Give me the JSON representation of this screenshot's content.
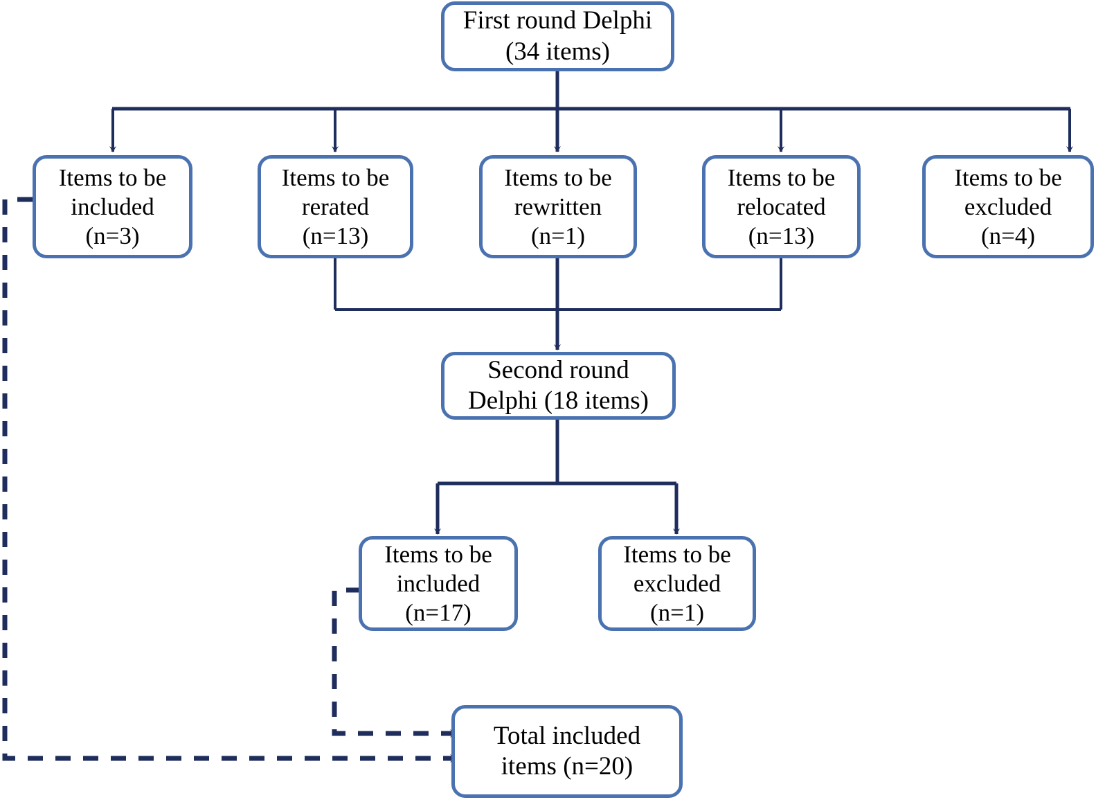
{
  "diagram": {
    "title": "Delphi study item flow diagram",
    "colors": {
      "box_border": "#4a72b0",
      "box_fill": "#ffffff",
      "connector": "#1f2d5c",
      "text": "#000000"
    },
    "nodes": {
      "round1": {
        "label": "First round Delphi\n(34 items)"
      },
      "r1_included": {
        "label": "Items to be\nincluded\n(n=3)"
      },
      "r1_rerated": {
        "label": "Items to be\nrerated\n(n=13)"
      },
      "r1_rewritten": {
        "label": "Items to be\nrewritten\n(n=1)"
      },
      "r1_relocated": {
        "label": "Items to be\nrelocated\n(n=13)"
      },
      "r1_excluded": {
        "label": "Items to be\nexcluded\n(n=4)"
      },
      "round2": {
        "label": "Second round\nDelphi (18 items)"
      },
      "r2_included": {
        "label": "Items to be\nincluded\n(n=17)"
      },
      "r2_excluded": {
        "label": "Items to be\nexcluded\n(n=1)"
      },
      "total": {
        "label": "Total  included\nitems (n=20)"
      }
    },
    "connectors": [
      {
        "name": "round1-to-split",
        "style": "solid",
        "from": "round1",
        "to": "row1-bus"
      },
      {
        "name": "bus-to-r1-included",
        "style": "solid",
        "from": "row1-bus",
        "to": "r1_included"
      },
      {
        "name": "bus-to-r1-rerated",
        "style": "solid",
        "from": "row1-bus",
        "to": "r1_rerated"
      },
      {
        "name": "bus-to-r1-rewritten",
        "style": "solid",
        "from": "row1-bus",
        "to": "r1_rewritten"
      },
      {
        "name": "bus-to-r1-relocated",
        "style": "solid",
        "from": "row1-bus",
        "to": "r1_relocated"
      },
      {
        "name": "bus-to-r1-excluded",
        "style": "solid",
        "from": "row1-bus",
        "to": "r1_excluded"
      },
      {
        "name": "rerated-to-merge",
        "style": "solid",
        "from": "r1_rerated",
        "to": "merge-bus"
      },
      {
        "name": "rewritten-to-merge",
        "style": "solid",
        "from": "r1_rewritten",
        "to": "merge-bus"
      },
      {
        "name": "relocated-to-merge",
        "style": "solid",
        "from": "r1_relocated",
        "to": "merge-bus"
      },
      {
        "name": "merge-to-round2",
        "style": "solid",
        "from": "merge-bus",
        "to": "round2"
      },
      {
        "name": "round2-to-r2-included",
        "style": "solid",
        "from": "round2",
        "to": "r2_included"
      },
      {
        "name": "round2-to-r2-excluded",
        "style": "solid",
        "from": "round2",
        "to": "r2_excluded"
      },
      {
        "name": "r1-included-to-total",
        "style": "dashed",
        "from": "r1_included",
        "to": "total"
      },
      {
        "name": "r2-included-to-total",
        "style": "dashed",
        "from": "r2_included",
        "to": "total"
      }
    ]
  }
}
